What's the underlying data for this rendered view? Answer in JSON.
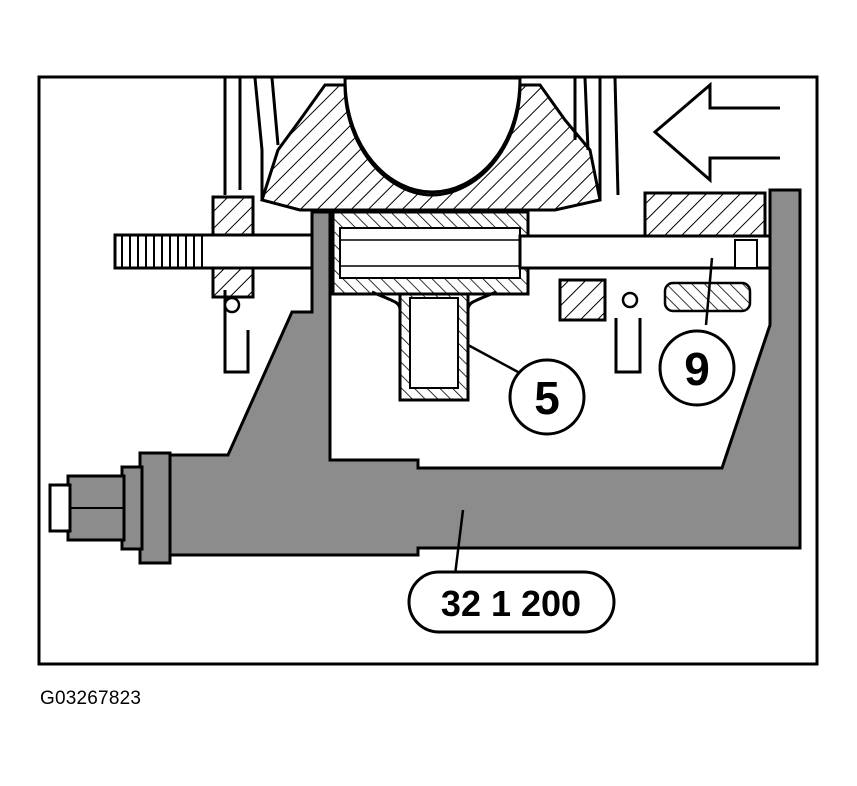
{
  "callouts": {
    "part_5": "5",
    "part_9": "9",
    "tool_number": "32 1 200"
  },
  "caption": "G03267823",
  "colors": {
    "tool_fill": "#8c8c8c",
    "line": "#000000",
    "background": "#ffffff"
  },
  "icons": {
    "direction_arrow": "arrow-left-icon"
  }
}
